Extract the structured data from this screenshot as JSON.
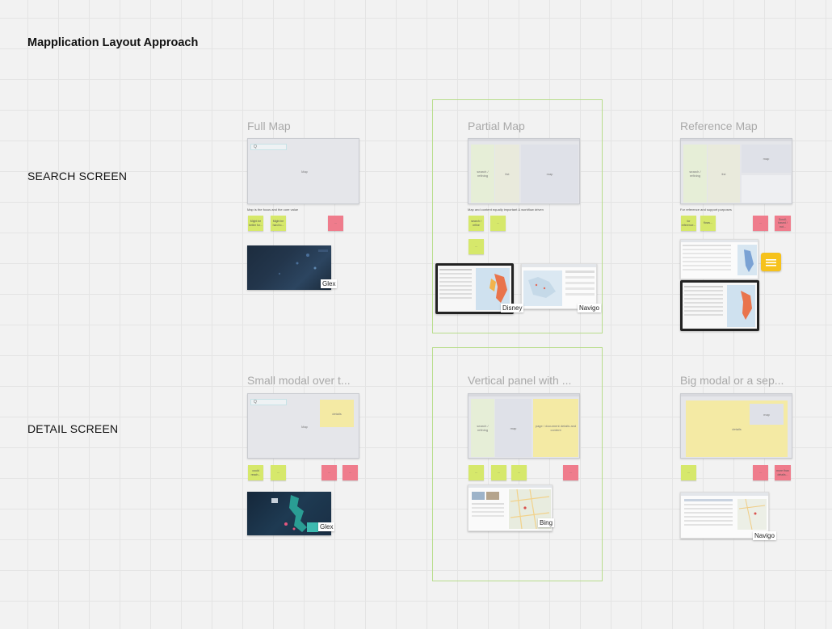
{
  "board": {
    "title": "Mapplication Layout Approach",
    "rows": {
      "search": "SEARCH SCREEN",
      "detail": "DETAIL SCREEN"
    }
  },
  "search": {
    "full": {
      "title": "Full Map",
      "map_label": "Map",
      "search_placeholder": "Q",
      "caption": "Map is the focus and the core value",
      "stickies": [
        "Might be better for...",
        "Might be hard to...",
        "..."
      ],
      "example_tag": "Glex"
    },
    "partial": {
      "title": "Partial Map",
      "pane1": "search / refining",
      "pane2": "list",
      "pane3": "map",
      "caption": "Map and content equally important & workflow driven",
      "stickies": [
        "search / refine",
        "...",
        "..."
      ],
      "tags": [
        "Disney",
        "Navigo"
      ]
    },
    "reference": {
      "title": "Reference Map",
      "pane1": "search / refining",
      "pane2": "list",
      "pane3": "map",
      "caption": "For reference and support purposes",
      "stickies": [
        "for reference...",
        "flows...",
        "...",
        "Scroll-based / not..."
      ]
    }
  },
  "detail": {
    "small": {
      "title": "Small modal over t...",
      "map_label": "Map",
      "modal_label": "details",
      "search_placeholder": "Q",
      "stickies": [
        "could reach...",
        "...",
        "...",
        "..."
      ],
      "example_tag": "Glex"
    },
    "vertical": {
      "title": "Vertical panel with ...",
      "pane1": "search / refining",
      "pane2": "map",
      "pane3": "page / document details and content",
      "stickies": [
        "...",
        "...",
        "...",
        "..."
      ],
      "example_tag": "Bing"
    },
    "big": {
      "title": "Big modal or a sep...",
      "main_label": "details",
      "map_label": "map",
      "stickies": [
        "...",
        "...",
        "more than details..."
      ],
      "example_tag": "Navigo"
    }
  }
}
